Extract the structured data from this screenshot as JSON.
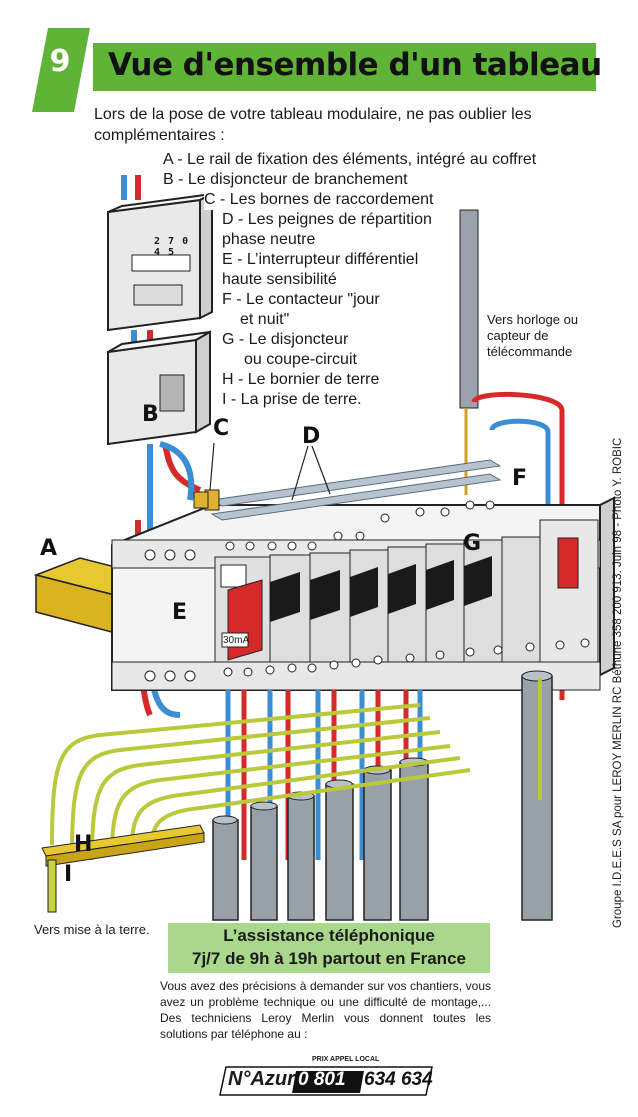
{
  "header": {
    "step_number": "9",
    "title": "Vue d'ensemble d'un tableau"
  },
  "intro": "Lors de la pose de votre tableau modulaire, ne pas oublier les complémentaires :",
  "legend": [
    "A - Le rail de fixation des éléments, intégré au coffret",
    "B - Le disjoncteur de branchement",
    "C - Les bornes de raccordement",
    "D - Les peignes de répartition",
    "phase neutre",
    "E - L’interrupteur différentiel",
    "haute sensibilité",
    "F - Le contacteur \"jour",
    "et nuit\"",
    "G - Le disjoncteur",
    "ou coupe-circuit",
    "H - Le bornier de terre",
    "I - La prise de terre."
  ],
  "diagram": {
    "labels": {
      "A": "A",
      "B": "B",
      "C": "C",
      "D": "D",
      "E": "E",
      "F": "F",
      "G": "G",
      "H": "H",
      "I": "I"
    },
    "meter_digits": "2 7 0 4 5",
    "rcd_rating": "30mA",
    "note_right": "Vers horloge ou capteur de télécommande",
    "note_earth": "Vers mise à la terre."
  },
  "credit": "Groupe I.D.E.E.S SA pour LEROY MERLIN RC Béthune 358 200 913. Juin 98 - Photo Y. ROBIC",
  "assistance": {
    "title_line1": "L’assistance téléphonique",
    "title_line2": "7j/7 de 9h à 19h partout en France",
    "body": "Vous avez des précisions à demander sur vos chantiers, vous avez un problème technique ou une difficulté de montage,... Des techniciens Leroy Merlin vous donnent toutes les solutions par téléphone au :",
    "badge_top": "PRIX APPEL LOCAL",
    "brand": "N°Azur",
    "number_part1": "0 801",
    "number_part2": "634 634"
  },
  "colors": {
    "green_bar": "#5fb337",
    "assist_box": "#a9d88c",
    "phase_wire": "#d62a2a",
    "neutral_wire": "#3a8fd4",
    "earth_wire": "#c8d43a"
  }
}
